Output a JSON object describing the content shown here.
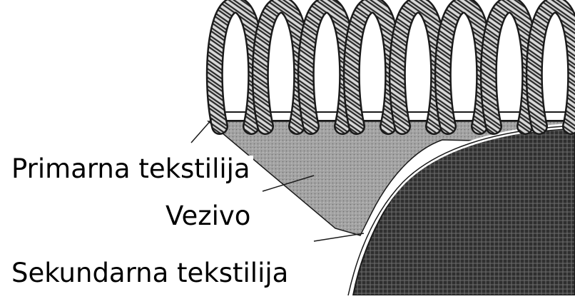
{
  "labels": {
    "primary_textile": "Primarna tekstilija",
    "binder": "Vezivo",
    "secondary_textile": "Sekundarna tekstilija"
  },
  "colors": {
    "ink": "#1a1a1a",
    "binder_fill": "#9a9a9a",
    "backing_fill": "#3a3a3a",
    "background": "#ffffff"
  }
}
